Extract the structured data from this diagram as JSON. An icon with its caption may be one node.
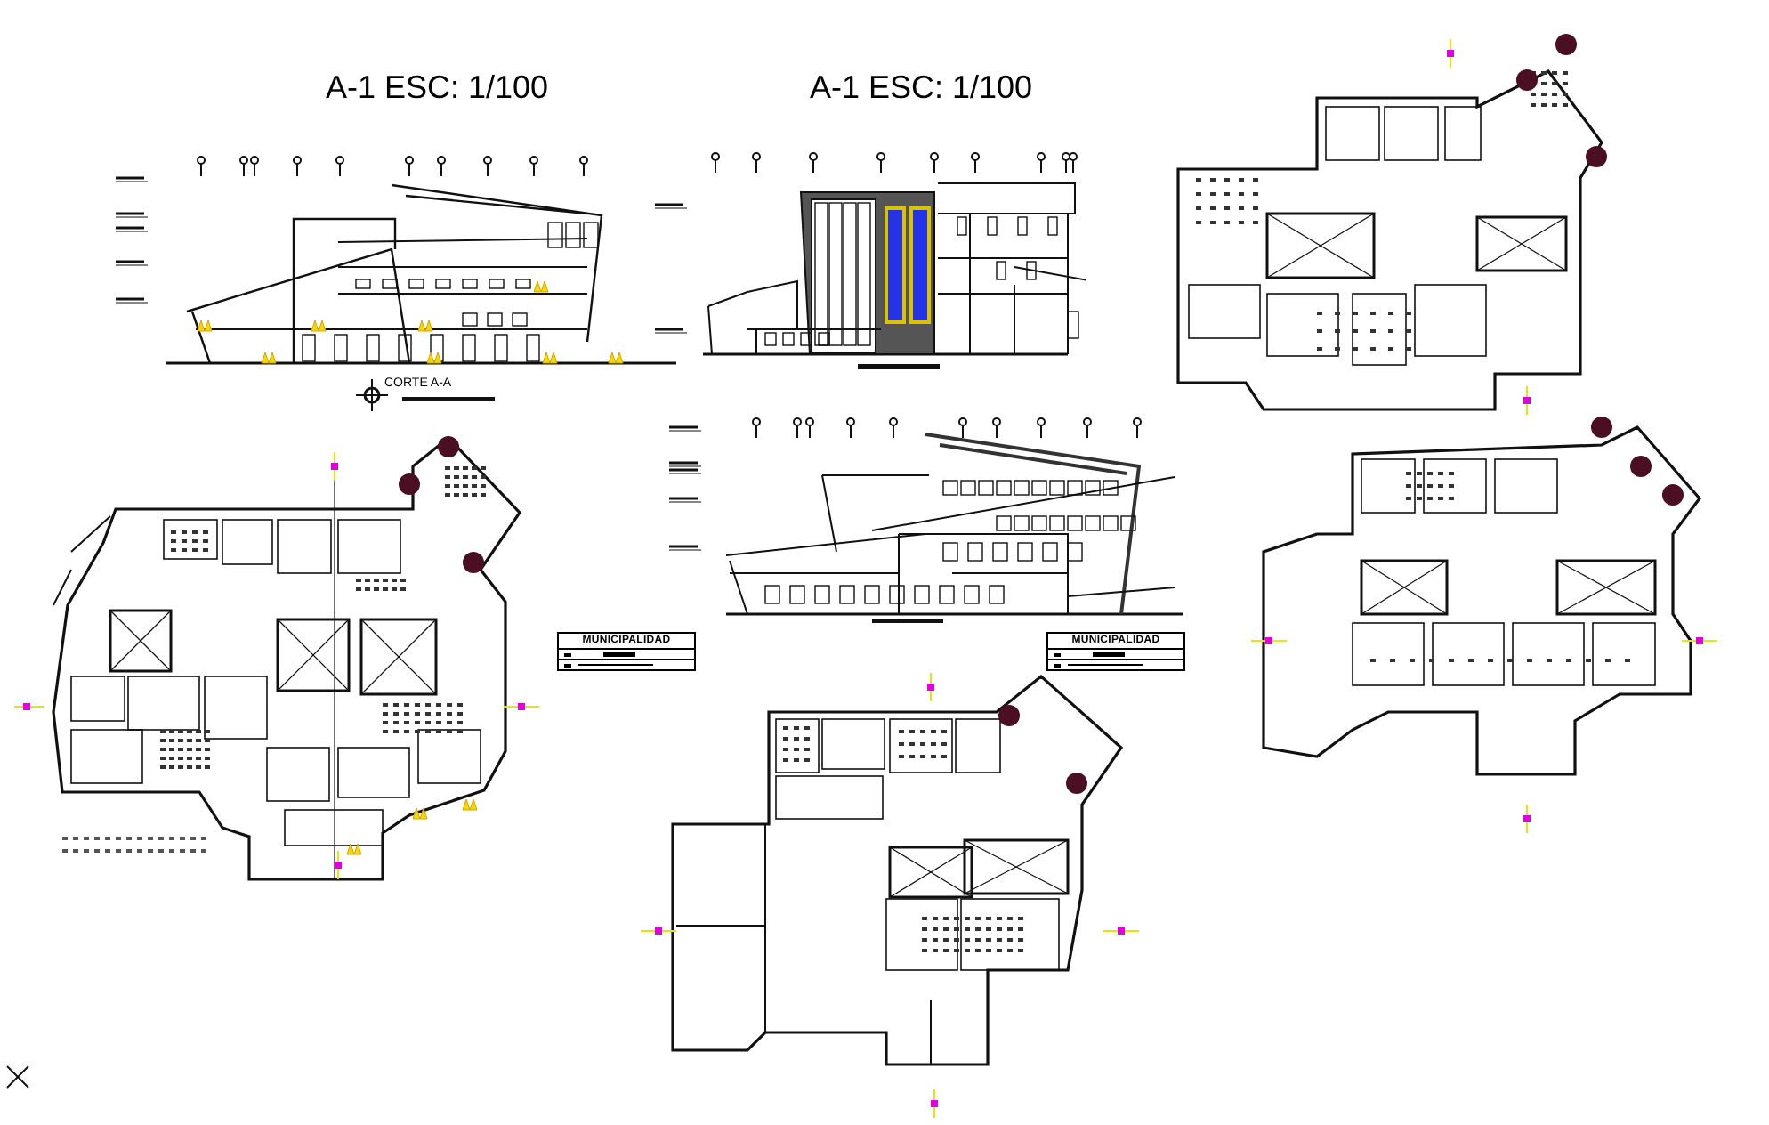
{
  "diagram": {
    "nodes": [
      {
        "text": [
          "MUNICIPALIDAD"
        ]
      },
      {
        "text": [
          "MUNICIPALIDAD"
        ]
      }
    ],
    "labels": [
      "A-1 ESC: 1/100",
      "A-1 ESC: 1/100",
      "CORTE A-A"
    ]
  }
}
